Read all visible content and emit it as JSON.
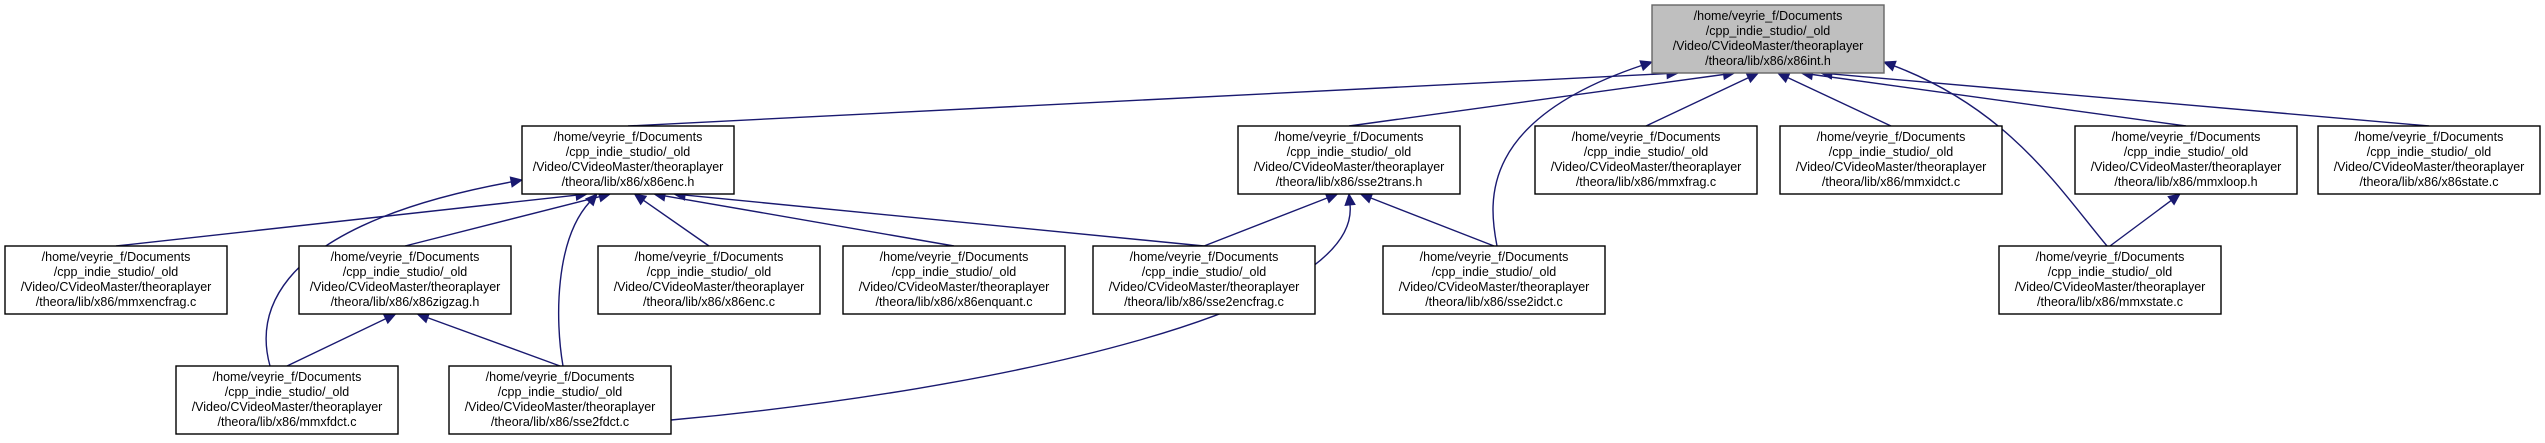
{
  "graph": {
    "nodes": [
      {
        "id": "x86int",
        "root": true,
        "lines": [
          "/home/veyrie_f/Documents",
          "/cpp_indie_studio/_old",
          "/Video/CVideoMaster/theoraplayer",
          "/theora/lib/x86/x86int.h"
        ]
      },
      {
        "id": "x86enc_h",
        "lines": [
          "/home/veyrie_f/Documents",
          "/cpp_indie_studio/_old",
          "/Video/CVideoMaster/theoraplayer",
          "/theora/lib/x86/x86enc.h"
        ]
      },
      {
        "id": "sse2trans_h",
        "lines": [
          "/home/veyrie_f/Documents",
          "/cpp_indie_studio/_old",
          "/Video/CVideoMaster/theoraplayer",
          "/theora/lib/x86/sse2trans.h"
        ]
      },
      {
        "id": "mmxfrag_c",
        "lines": [
          "/home/veyrie_f/Documents",
          "/cpp_indie_studio/_old",
          "/Video/CVideoMaster/theoraplayer",
          "/theora/lib/x86/mmxfrag.c"
        ]
      },
      {
        "id": "mmxidct_c",
        "lines": [
          "/home/veyrie_f/Documents",
          "/cpp_indie_studio/_old",
          "/Video/CVideoMaster/theoraplayer",
          "/theora/lib/x86/mmxidct.c"
        ]
      },
      {
        "id": "mmxloop_h",
        "lines": [
          "/home/veyrie_f/Documents",
          "/cpp_indie_studio/_old",
          "/Video/CVideoMaster/theoraplayer",
          "/theora/lib/x86/mmxloop.h"
        ]
      },
      {
        "id": "x86state_c",
        "lines": [
          "/home/veyrie_f/Documents",
          "/cpp_indie_studio/_old",
          "/Video/CVideoMaster/theoraplayer",
          "/theora/lib/x86/x86state.c"
        ]
      },
      {
        "id": "mmxencfrag_c",
        "lines": [
          "/home/veyrie_f/Documents",
          "/cpp_indie_studio/_old",
          "/Video/CVideoMaster/theoraplayer",
          "/theora/lib/x86/mmxencfrag.c"
        ]
      },
      {
        "id": "x86zigzag_h",
        "lines": [
          "/home/veyrie_f/Documents",
          "/cpp_indie_studio/_old",
          "/Video/CVideoMaster/theoraplayer",
          "/theora/lib/x86/x86zigzag.h"
        ]
      },
      {
        "id": "x86enc_c",
        "lines": [
          "/home/veyrie_f/Documents",
          "/cpp_indie_studio/_old",
          "/Video/CVideoMaster/theoraplayer",
          "/theora/lib/x86/x86enc.c"
        ]
      },
      {
        "id": "x86enquant_c",
        "lines": [
          "/home/veyrie_f/Documents",
          "/cpp_indie_studio/_old",
          "/Video/CVideoMaster/theoraplayer",
          "/theora/lib/x86/x86enquant.c"
        ]
      },
      {
        "id": "sse2encfrag_c",
        "lines": [
          "/home/veyrie_f/Documents",
          "/cpp_indie_studio/_old",
          "/Video/CVideoMaster/theoraplayer",
          "/theora/lib/x86/sse2encfrag.c"
        ]
      },
      {
        "id": "sse2idct_c",
        "lines": [
          "/home/veyrie_f/Documents",
          "/cpp_indie_studio/_old",
          "/Video/CVideoMaster/theoraplayer",
          "/theora/lib/x86/sse2idct.c"
        ]
      },
      {
        "id": "mmxstate_c",
        "lines": [
          "/home/veyrie_f/Documents",
          "/cpp_indie_studio/_old",
          "/Video/CVideoMaster/theoraplayer",
          "/theora/lib/x86/mmxstate.c"
        ]
      },
      {
        "id": "mmxfdct_c",
        "lines": [
          "/home/veyrie_f/Documents",
          "/cpp_indie_studio/_old",
          "/Video/CVideoMaster/theoraplayer",
          "/theora/lib/x86/mmxfdct.c"
        ]
      },
      {
        "id": "sse2fdct_c",
        "lines": [
          "/home/veyrie_f/Documents",
          "/cpp_indie_studio/_old",
          "/Video/CVideoMaster/theoraplayer",
          "/theora/lib/x86/sse2fdct.c"
        ]
      }
    ],
    "edges": [
      {
        "from": "x86enc_h",
        "to": "x86int"
      },
      {
        "from": "sse2trans_h",
        "to": "x86int"
      },
      {
        "from": "mmxfrag_c",
        "to": "x86int"
      },
      {
        "from": "mmxidct_c",
        "to": "x86int"
      },
      {
        "from": "mmxloop_h",
        "to": "x86int"
      },
      {
        "from": "x86state_c",
        "to": "x86int"
      },
      {
        "from": "sse2idct_c",
        "to": "x86int"
      },
      {
        "from": "mmxstate_c",
        "to": "x86int"
      },
      {
        "from": "mmxencfrag_c",
        "to": "x86enc_h"
      },
      {
        "from": "x86zigzag_h",
        "to": "x86enc_h"
      },
      {
        "from": "x86enc_c",
        "to": "x86enc_h"
      },
      {
        "from": "x86enquant_c",
        "to": "x86enc_h"
      },
      {
        "from": "sse2encfrag_c",
        "to": "x86enc_h"
      },
      {
        "from": "mmxfdct_c",
        "to": "x86enc_h"
      },
      {
        "from": "sse2fdct_c",
        "to": "x86enc_h"
      },
      {
        "from": "sse2encfrag_c",
        "to": "sse2trans_h"
      },
      {
        "from": "sse2idct_c",
        "to": "sse2trans_h"
      },
      {
        "from": "sse2fdct_c",
        "to": "sse2trans_h"
      },
      {
        "from": "mmxstate_c",
        "to": "mmxloop_h"
      },
      {
        "from": "mmxfdct_c",
        "to": "x86zigzag_h"
      },
      {
        "from": "sse2fdct_c",
        "to": "x86zigzag_h"
      }
    ],
    "colors": {
      "edge": "#191970",
      "root_fill": "#bfbfbf",
      "node_fill": "#ffffff",
      "node_border": "#000000"
    }
  }
}
